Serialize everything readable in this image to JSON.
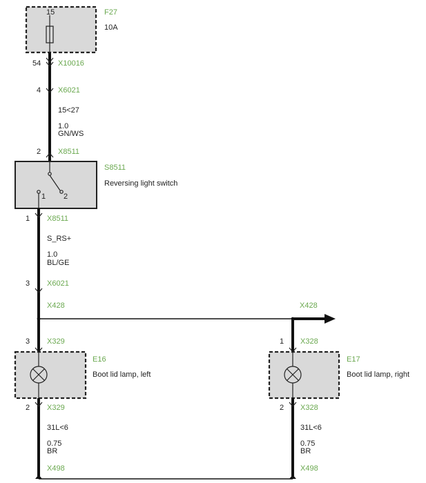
{
  "fuse": {
    "id": "F27",
    "rating": "10A",
    "pin": "15"
  },
  "x10016": {
    "name": "X10016",
    "pin": "54"
  },
  "x6021_top": {
    "name": "X6021",
    "pin": "4"
  },
  "wire_top": {
    "signal": "15<27",
    "size": "1.0",
    "color": "GN/WS"
  },
  "x8511_top": {
    "name": "X8511",
    "pin": "2"
  },
  "switch": {
    "id": "S8511",
    "label": "Reversing light switch",
    "pin_left": "1",
    "pin_right": "2"
  },
  "x8511_bottom": {
    "name": "X8511",
    "pin": "1"
  },
  "wire_mid": {
    "signal": "S_RS+",
    "size": "1.0",
    "color": "BL/GE"
  },
  "x6021_bottom": {
    "name": "X6021",
    "pin": "3"
  },
  "x428_left": {
    "name": "X428"
  },
  "x428_right": {
    "name": "X428"
  },
  "x329_top": {
    "name": "X329",
    "pin": "3"
  },
  "lamp_left": {
    "id": "E16",
    "label": "Boot lid lamp, left"
  },
  "x329_bottom": {
    "name": "X329",
    "pin": "2"
  },
  "wire_left_bottom": {
    "signal": "31L<6",
    "size": "0.75",
    "color": "BR"
  },
  "x498_left": {
    "name": "X498"
  },
  "x328_top": {
    "name": "X328",
    "pin": "1"
  },
  "lamp_right": {
    "id": "E17",
    "label": "Boot lid lamp, right"
  },
  "x328_bottom": {
    "name": "X328",
    "pin": "2"
  },
  "wire_right_bottom": {
    "signal": "31L<6",
    "size": "0.75",
    "color": "BR"
  },
  "x498_right": {
    "name": "X498"
  },
  "colors": {
    "connector_label": "#6aa84f",
    "box_fill": "#d9d9d9",
    "wire": "#111111"
  }
}
